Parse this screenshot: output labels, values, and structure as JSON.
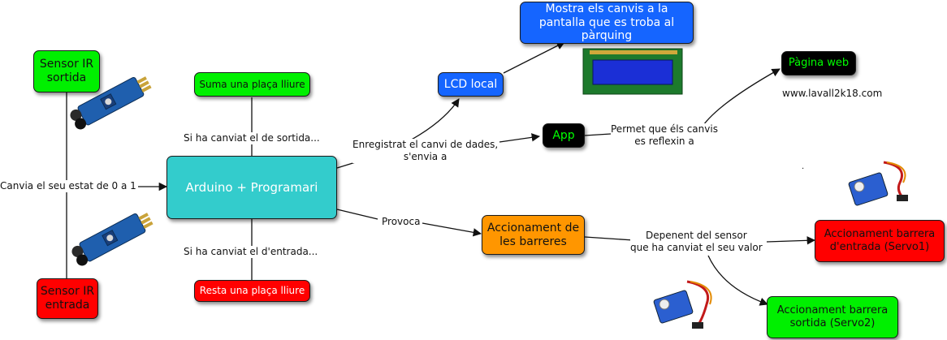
{
  "nodes": {
    "sensor_ir_sortida": "Sensor IR sortida",
    "sensor_ir_entrada": "Sensor IR entrada",
    "suma": "Suma una plaça lliure",
    "resta": "Resta una plaça lliure",
    "arduino": "Arduino + Programari",
    "lcd_local": "LCD local",
    "mostra_canvis": "Mostra els canvis a la pantalla que es troba al pàrquing",
    "app": "App",
    "pagina_web": "Pàgina web",
    "accionament_barreres": "Accionament de les barreres",
    "barrera_entrada": "Accionament barrera d'entrada (Servo1)",
    "barrera_sortida": "Accionament barrera sortida (Servo2)"
  },
  "labels": {
    "canvia_estat": "Canvia el seu estat de 0 a 1",
    "ha_canviat_sortida": "Si ha canviat el de sortida...",
    "ha_canviat_entrada": "Si ha canviat el d'entrada...",
    "enregistrat": "Enregistrat el canvi de dades,\ns'envia a",
    "permet": "Permet que éls canvis\nes reflexin a",
    "provoca": "Provoca",
    "depenent": "Depenent del sensor\nque ha canviat el seu valor",
    "web_url": "www.lavall2k18.com",
    "dot": "."
  },
  "colors": {
    "green": "#00f000",
    "red": "#ff0000",
    "blue": "#1565ff",
    "teal": "#33cccc",
    "orange": "#ff9600",
    "black": "#000000"
  },
  "icons": [
    "ir-sensor-module-icon",
    "lcd-display-icon",
    "servo-motor-icon"
  ]
}
